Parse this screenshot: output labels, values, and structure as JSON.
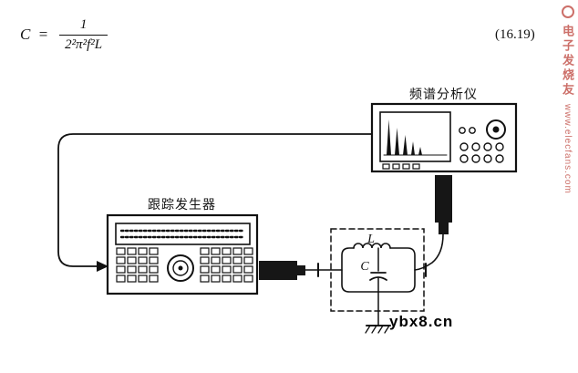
{
  "equation": {
    "lhs": "C =",
    "numerator": "1",
    "denominator": "2²π²f²L",
    "number": "(16.19)"
  },
  "diagram": {
    "spectrum_analyzer_label": "频谱分析仪",
    "tracking_generator_label": "跟踪发生器",
    "dut": {
      "inductor_label": "L",
      "capacitor_label": "C"
    }
  },
  "watermark": {
    "center": "ybx8.cn",
    "brand": "电子发烧友",
    "url": "www.elecfans.com"
  },
  "colors": {
    "ink": "#111111",
    "watermark_red": "#c4574f"
  }
}
